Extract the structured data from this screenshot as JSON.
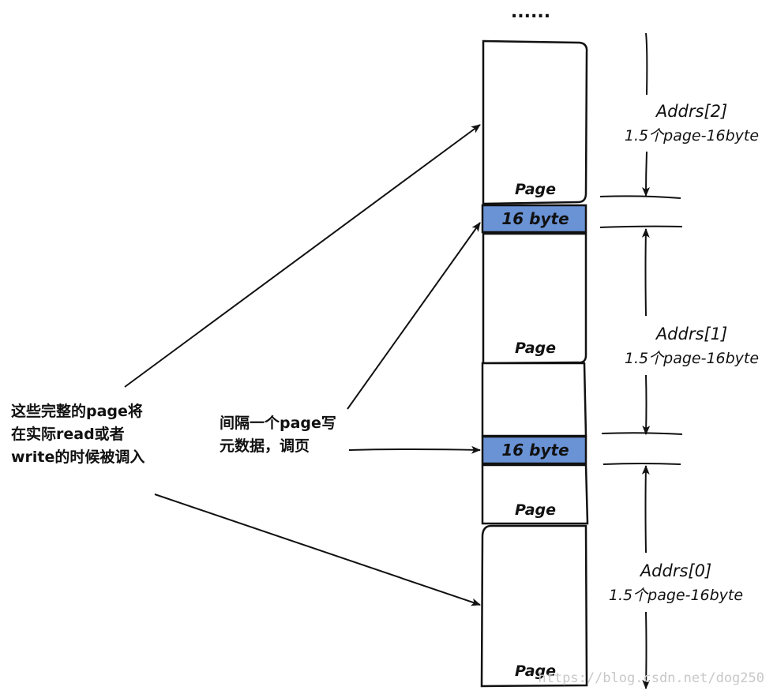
{
  "top_ellipsis": "......",
  "page_label": "Page",
  "meta_block_label": "16 byte",
  "addrs": [
    {
      "name": "Addrs[2]",
      "size": "1.5个page-16byte"
    },
    {
      "name": "Addrs[1]",
      "size": "1.5个page-16byte"
    },
    {
      "name": "Addrs[0]",
      "size": "1.5个page-16byte"
    }
  ],
  "left_note": {
    "lines": [
      "这些完整的page将",
      "在实际read或者",
      "write的时候被调入"
    ]
  },
  "middle_note": {
    "lines": [
      "间隔一个page写",
      "元数据，调页"
    ]
  },
  "watermark": "https://blog.csdn.net/dog250",
  "colors": {
    "meta_block_fill": "#6a93d6",
    "stroke": "#111111",
    "watermark": "#c8c8c8"
  }
}
